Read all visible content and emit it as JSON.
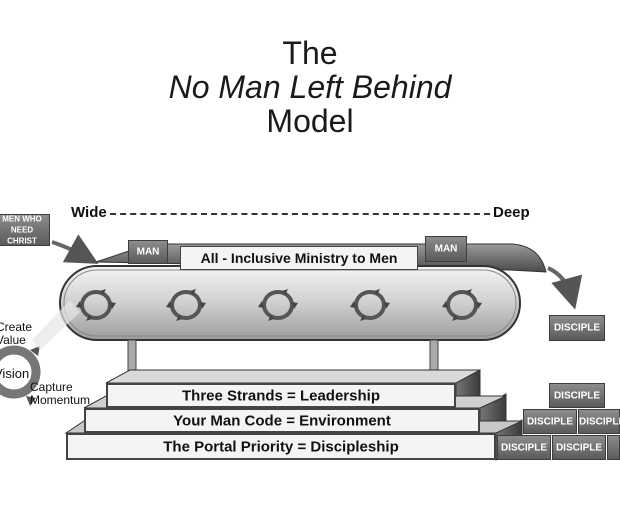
{
  "title": {
    "line1": "The",
    "line2": "No Man Left Behind",
    "line3": "Model"
  },
  "axis": {
    "left_label": "Wide",
    "right_label": "Deep"
  },
  "input_box": {
    "line1": "MEN WHO",
    "line2": "NEED CHRIST"
  },
  "conveyor": {
    "banner": "All - Inclusive Ministry to Men",
    "man_label": "MAN"
  },
  "pyramid": {
    "tier1": "Three Strands = Leadership",
    "tier2": "Your Man Code = Environment",
    "tier3": "The Portal Priority = Discipleship"
  },
  "cycle": {
    "create_value": "Create Value",
    "vision": "Vision",
    "capture_momentum": "Capture Momentum"
  },
  "disciple_label": "DISCIPLE"
}
